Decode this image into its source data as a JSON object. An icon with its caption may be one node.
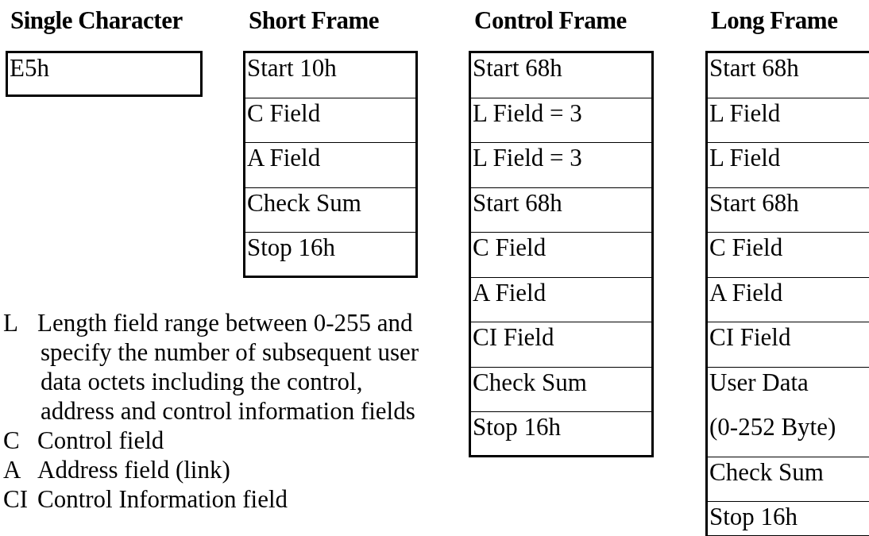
{
  "diagram": {
    "nodes": [
      {
        "text": [
          "Single Character"
        ]
      },
      {
        "text": [
          "E5h"
        ],
        "in": 0
      },
      {
        "text": [
          "Short Frame"
        ]
      },
      {
        "text": [
          "Start 10h"
        ],
        "in": 2
      },
      {
        "text": [
          "C Field"
        ],
        "in": 2
      },
      {
        "text": [
          "A Field"
        ],
        "in": 2
      },
      {
        "text": [
          "Check Sum"
        ],
        "in": 2
      },
      {
        "text": [
          "Stop 16h"
        ],
        "in": 2
      },
      {
        "text": [
          "Control Frame"
        ]
      },
      {
        "text": [
          "Start 68h"
        ],
        "in": 8
      },
      {
        "text": [
          "L Field = 3"
        ],
        "in": 8
      },
      {
        "text": [
          "L Field = 3"
        ],
        "in": 8
      },
      {
        "text": [
          "Start 68h"
        ],
        "in": 8
      },
      {
        "text": [
          "C Field"
        ],
        "in": 8
      },
      {
        "text": [
          "A Field"
        ],
        "in": 8
      },
      {
        "text": [
          "CI Field"
        ],
        "in": 8
      },
      {
        "text": [
          "Check Sum"
        ],
        "in": 8
      },
      {
        "text": [
          "Stop 16h"
        ],
        "in": 8
      },
      {
        "text": [
          "Long Frame"
        ]
      },
      {
        "text": [
          "Start 68h"
        ],
        "in": 18
      },
      {
        "text": [
          "L Field"
        ],
        "in": 18
      },
      {
        "text": [
          "L Field"
        ],
        "in": 18
      },
      {
        "text": [
          "Start 68h"
        ],
        "in": 18
      },
      {
        "text": [
          "C Field"
        ],
        "in": 18
      },
      {
        "text": [
          "A Field"
        ],
        "in": 18
      },
      {
        "text": [
          "CI Field"
        ],
        "in": 18
      },
      {
        "text": [
          "User Data",
          "(0-252 Byte)"
        ],
        "in": 18
      },
      {
        "text": [
          "Check Sum"
        ],
        "in": 18
      },
      {
        "text": [
          "Stop 16h"
        ],
        "in": 18
      }
    ],
    "labels": [
      "L",
      "Length field range between 0-255 and specify the number of subsequent user data octets including the control, address and control information fields",
      "C",
      "Control field",
      "A",
      "Address field (link)",
      "CI",
      "Control Information field"
    ]
  }
}
